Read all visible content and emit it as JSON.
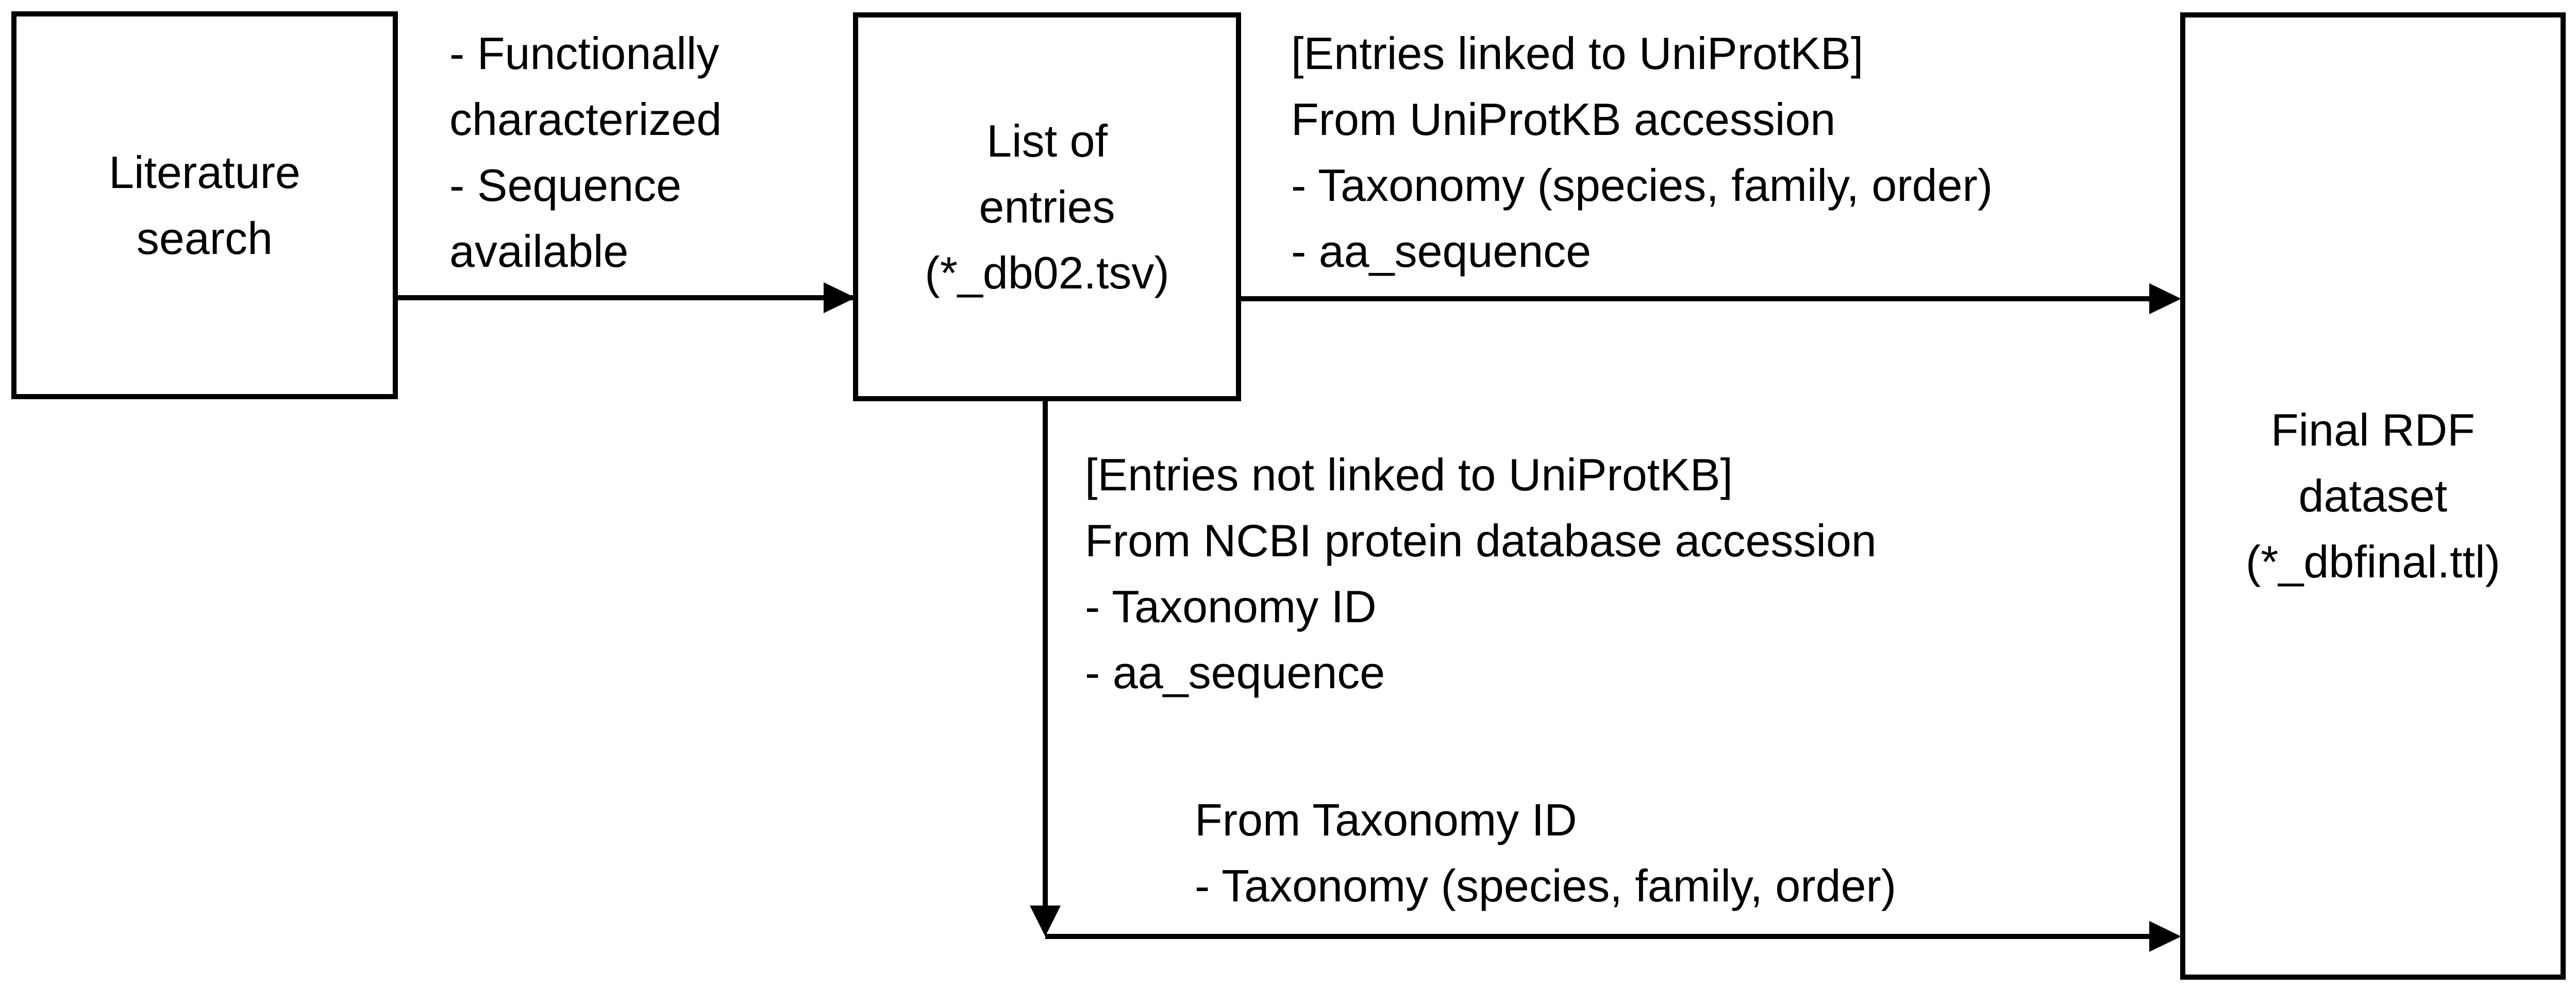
{
  "nodes": {
    "literature_search": {
      "lines": [
        "Literature",
        "search"
      ]
    },
    "list_of_entries": {
      "lines": [
        "List of",
        "entries",
        "(*_db02.tsv)"
      ]
    },
    "final_rdf": {
      "lines": [
        "Final RDF",
        "dataset",
        "(*_dbfinal.ttl)"
      ]
    }
  },
  "labels": {
    "criteria": {
      "lines": [
        "- Functionally",
        "characterized",
        "- Sequence",
        "available"
      ]
    },
    "uniprot_linked": {
      "lines": [
        "[Entries linked to UniProtKB]",
        "From UniProtKB accession",
        "- Taxonomy (species, family, order)",
        "- aa_sequence"
      ]
    },
    "uniprot_not_linked": {
      "lines": [
        "[Entries not linked to UniProtKB]",
        "From NCBI protein database accession",
        "- Taxonomy ID",
        "- aa_sequence"
      ]
    },
    "from_taxonomy": {
      "lines": [
        "From Taxonomy ID",
        "- Taxonomy (species, family, order)"
      ]
    }
  },
  "colors": {
    "stroke": "#000000",
    "background": "#ffffff",
    "text": "#000000"
  }
}
